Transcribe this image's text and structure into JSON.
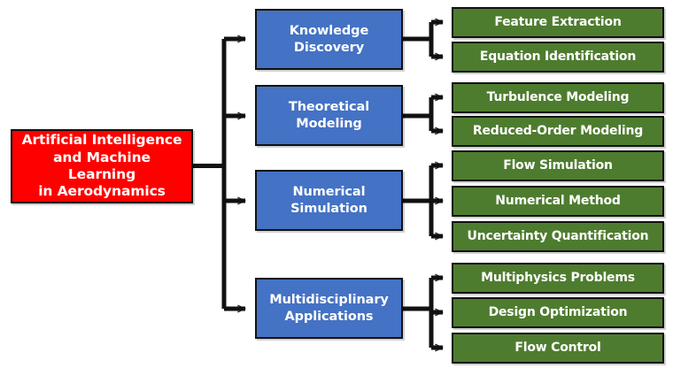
{
  "diagram": {
    "title": "Artificial Intelligence and Machine Learning in Aerodynamics taxonomy",
    "type": "hierarchy-tree",
    "orientation": "left-to-right",
    "colors": {
      "root_fill": "#fe0000",
      "branch_fill": "#4472c4",
      "leaf_fill": "#4e7c2f",
      "border": "#111111",
      "text": "#ffffff",
      "background": "#ffffff"
    },
    "root": {
      "label": "Artificial Intelligence\nand Machine Learning\nin Aerodynamics"
    },
    "branches": [
      {
        "label": "Knowledge\nDiscovery",
        "leaves": [
          {
            "label": "Feature Extraction"
          },
          {
            "label": "Equation Identification"
          }
        ]
      },
      {
        "label": "Theoretical\nModeling",
        "leaves": [
          {
            "label": "Turbulence Modeling"
          },
          {
            "label": "Reduced-Order Modeling"
          }
        ]
      },
      {
        "label": "Numerical\nSimulation",
        "leaves": [
          {
            "label": "Flow Simulation"
          },
          {
            "label": "Numerical Method"
          },
          {
            "label": "Uncertainty Quantification"
          }
        ]
      },
      {
        "label": "Multidisciplinary\nApplications",
        "leaves": [
          {
            "label": "Multiphysics Problems"
          },
          {
            "label": "Design Optimization"
          },
          {
            "label": "Flow Control"
          }
        ]
      }
    ]
  }
}
